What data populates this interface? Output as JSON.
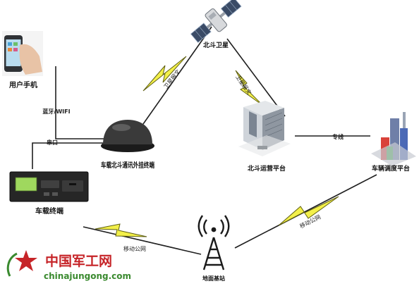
{
  "nodes": {
    "satellite": "北斗卫星",
    "phone": "用户手机",
    "vehicle_unit": "车载北斗通讯外挂终端",
    "terminal": "车载终端",
    "platform": "北斗运营平台",
    "fleet": "车辆调度平台",
    "tower": "地面基站"
  },
  "links": {
    "bluetooth_wifi": "蓝牙/WIFI",
    "serial": "串口",
    "sat_up": "卫星报文",
    "sat_down": "卫星报文",
    "private_line": "专线",
    "mobile_left": "移动公网",
    "mobile_right": "移动公网"
  },
  "watermark": {
    "brand_cn": "中国军工网",
    "domain": "chinajungong.com"
  },
  "colors": {
    "bolt_fill": "#f3f04a",
    "bolt_stroke": "#5f5f12",
    "line": "#1f1f1f",
    "brand_red": "#c62428",
    "brand_green": "#3a8a2f"
  }
}
